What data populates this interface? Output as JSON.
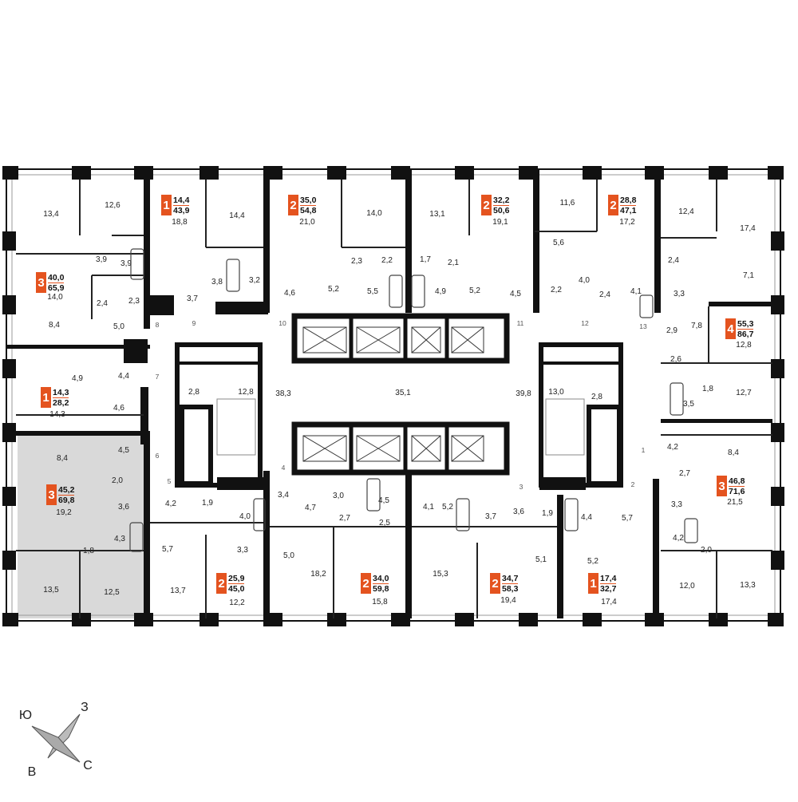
{
  "apartments": [
    {
      "rooms": "1",
      "living": "14,4",
      "total": "43,9"
    },
    {
      "rooms": "2",
      "living": "35,0",
      "total": "54,8"
    },
    {
      "rooms": "2",
      "living": "32,2",
      "total": "50,6"
    },
    {
      "rooms": "2",
      "living": "28,8",
      "total": "47,1"
    },
    {
      "rooms": "3",
      "living": "40,0",
      "total": "65,9"
    },
    {
      "rooms": "4",
      "living": "55,3",
      "total": "86,7"
    },
    {
      "rooms": "1",
      "living": "14,3",
      "total": "28,2"
    },
    {
      "rooms": "3",
      "living": "45,2",
      "total": "69,8",
      "highlighted": true
    },
    {
      "rooms": "3",
      "living": "46,8",
      "total": "71,6"
    },
    {
      "rooms": "2",
      "living": "25,9",
      "total": "45,0"
    },
    {
      "rooms": "2",
      "living": "34,0",
      "total": "59,8"
    },
    {
      "rooms": "2",
      "living": "34,7",
      "total": "58,3"
    },
    {
      "rooms": "1",
      "living": "17,4",
      "total": "32,7"
    }
  ],
  "room_areas": [
    "13,4",
    "12,6",
    "18,8",
    "14,4",
    "21,0",
    "14,0",
    "13,1",
    "19,1",
    "11,6",
    "17,2",
    "12,4",
    "17,4",
    "3,9",
    "3,9",
    "14,0",
    "3,8",
    "3,2",
    "2,3",
    "2,2",
    "1,7",
    "2,1",
    "5,6",
    "2,4",
    "7,1",
    "2,4",
    "2,3",
    "3,7",
    "4,6",
    "5,2",
    "5,5",
    "4,9",
    "5,2",
    "4,5",
    "2,2",
    "4,0",
    "2,4",
    "4,1",
    "3,3",
    "8,4",
    "5,0",
    "2,9",
    "7,8",
    "12,8",
    "4,9",
    "4,4",
    "2,8",
    "12,8",
    "38,3",
    "35,1",
    "39,8",
    "13,0",
    "2,8",
    "2,6",
    "4,6",
    "14,3",
    "1,8",
    "3,5",
    "12,7",
    "8,4",
    "4,5",
    "4,2",
    "8,4",
    "2,0",
    "3,6",
    "19,2",
    "4,2",
    "1,9",
    "4,0",
    "3,4",
    "4,7",
    "3,0",
    "4,5",
    "4,1",
    "5,2",
    "3,7",
    "3,6",
    "1,9",
    "4,4",
    "5,7",
    "2,7",
    "3,3",
    "21,5",
    "4,3",
    "5,7",
    "2,7",
    "2,5",
    "4,2",
    "1,8",
    "3,3",
    "5,0",
    "5,1",
    "5,2",
    "2,0",
    "13,5",
    "12,5",
    "13,7",
    "18,2",
    "15,3",
    "12,0",
    "13,3",
    "12,2",
    "15,8",
    "19,4",
    "17,4"
  ],
  "door_numbers": [
    "1",
    "2",
    "3",
    "4",
    "5",
    "6",
    "7",
    "8",
    "9",
    "10",
    "11",
    "12",
    "13"
  ],
  "compass": {
    "north": "С",
    "south": "Ю",
    "west": "З",
    "east": "В"
  },
  "colors": {
    "accent": "#e4531f",
    "wall": "#111111",
    "highlight": "#d9d9d9"
  }
}
